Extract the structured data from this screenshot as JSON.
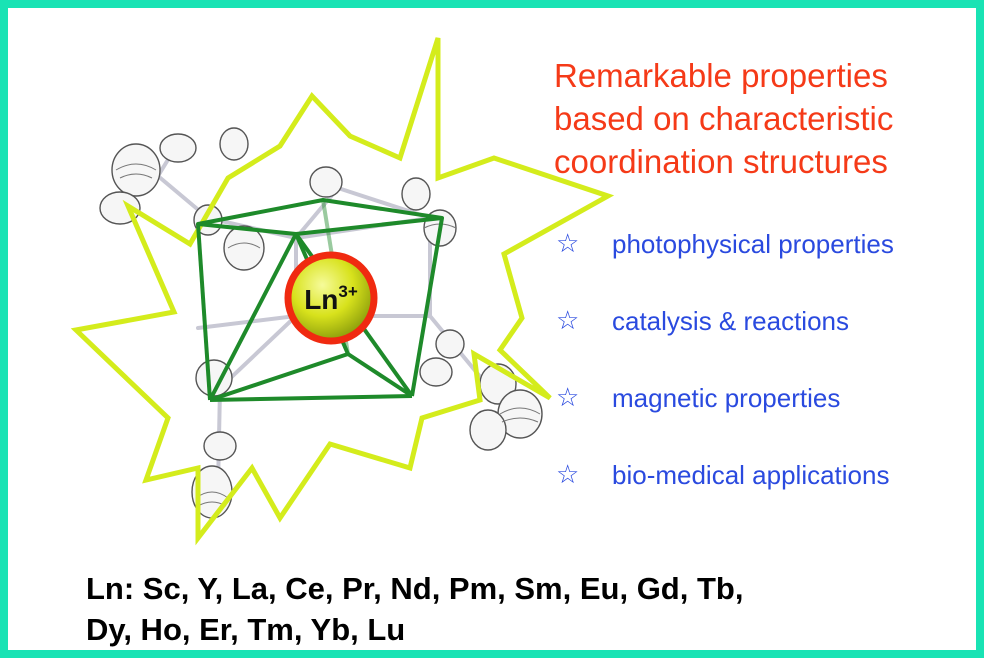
{
  "heading": {
    "lines": [
      "Remarkable properties",
      "based on characteristic",
      "coordination structures"
    ]
  },
  "properties": {
    "bullet": "☆",
    "items": [
      "photophysical properties",
      "catalysis & reactions",
      "magnetic properties",
      "bio-medical applications"
    ]
  },
  "center_ion": {
    "symbol": "Ln",
    "charge": "3+"
  },
  "footer": {
    "lines": [
      "Ln: Sc, Y, La, Ce, Pr, Nd, Pm, Sm, Eu, Gd, Tb,",
      "Dy, Ho, Er, Tm, Yb, Lu"
    ]
  },
  "colors": {
    "frame": "#19e3b4",
    "burst": "#d4ec1c",
    "polyhedron": "#1e8a2a",
    "heading": "#f53a18",
    "list": "#2a4adf",
    "ion_ring": "#f02a10",
    "ion_fill": "#d8e21c"
  }
}
